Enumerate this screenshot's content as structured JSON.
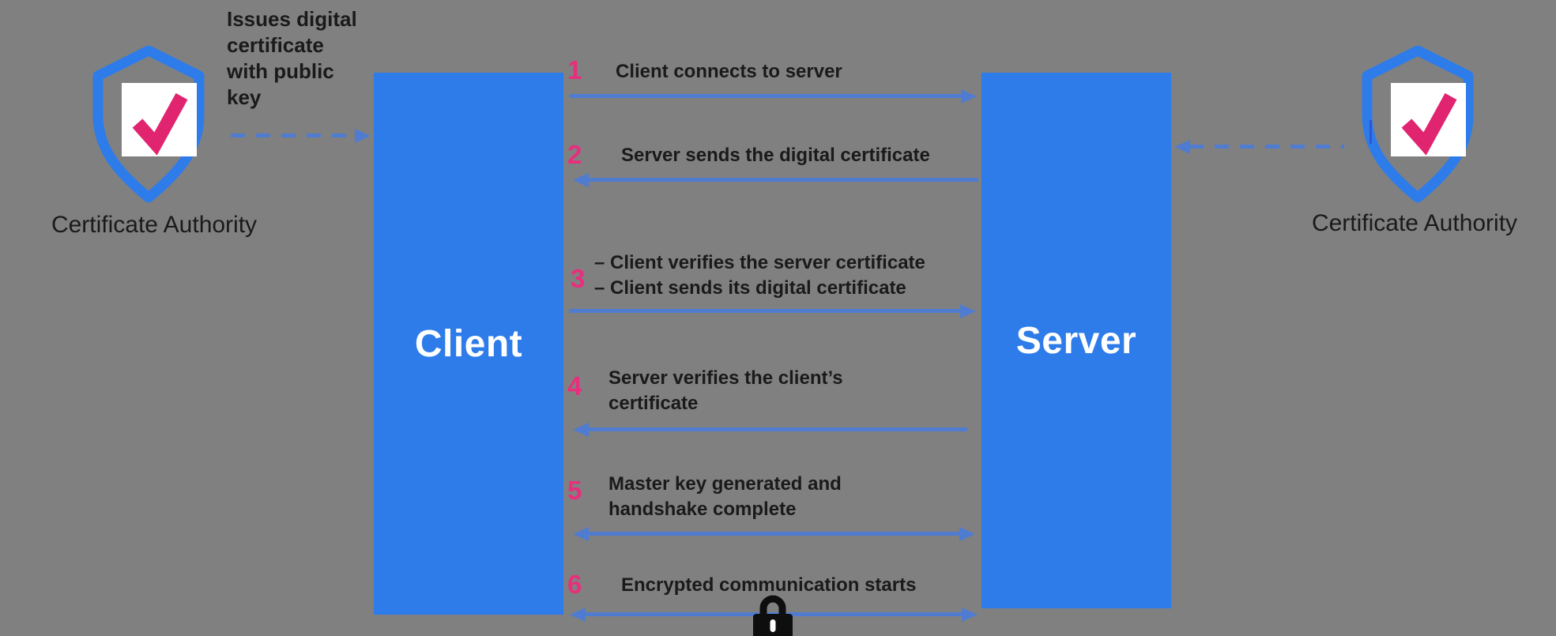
{
  "colors": {
    "background": "#808080",
    "box_blue": "#2e7cea",
    "arrow_blue": "#4f7cd0",
    "step_pink": "#e82e7c",
    "check_pink": "#e0246f",
    "text": "#1a1a1a",
    "box_label": "#ffffff",
    "lock": "#0e0e0e"
  },
  "client": {
    "label": "Client"
  },
  "server": {
    "label": "Server"
  },
  "left_ca": {
    "label": "Certificate Authority",
    "icon": "shield-check-icon",
    "annotation_lines": [
      "Issues digital",
      "certificate",
      "with public",
      "key"
    ]
  },
  "right_ca": {
    "label": "Certificate Authority",
    "icon": "shield-check-icon"
  },
  "steps": [
    {
      "num": "1",
      "lines": [
        "Client connects to server"
      ],
      "direction": "right"
    },
    {
      "num": "2",
      "lines": [
        "Server sends the digital certificate"
      ],
      "direction": "left"
    },
    {
      "num": "3",
      "lines": [
        "– Client verifies the server certificate",
        "– Client sends its digital certificate"
      ],
      "direction": "right"
    },
    {
      "num": "4",
      "lines": [
        "Server verifies the client’s",
        "certificate"
      ],
      "direction": "left"
    },
    {
      "num": "5",
      "lines": [
        "Master key generated and",
        "handshake complete"
      ],
      "direction": "both"
    },
    {
      "num": "6",
      "lines": [
        "Encrypted communication starts"
      ],
      "direction": "both"
    }
  ],
  "lock_icon": "lock-icon"
}
